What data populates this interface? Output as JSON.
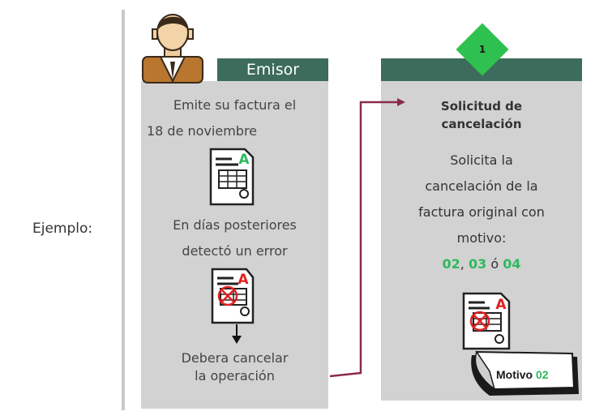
{
  "label": "Ejemplo:",
  "emisor": {
    "header": "Emisor",
    "line1": "Emite su factura el",
    "line2": "18 de noviembre",
    "line3": "En días posteriores",
    "line4": "detectó un error",
    "line5": "Debera cancelar",
    "line6": "la operación"
  },
  "step": {
    "number": "1",
    "title1": "Solicitud de",
    "title2": "cancelación",
    "line1": "Solicita la",
    "line2": "cancelación de la",
    "line3": "factura original con",
    "line4": "motivo:",
    "code1": "02",
    "sep1": ", ",
    "code2": "03",
    "sep2": " ó ",
    "code3": "04",
    "motivo_label": "Motivo",
    "motivo_code": "02"
  },
  "colors": {
    "panel": "#d2d2d2",
    "header": "#3d6b5c",
    "accent_green": "#2fb95e",
    "connector": "#8b2a4a"
  },
  "icons": [
    "person-icon",
    "document-icon",
    "document-error-icon",
    "arrow-down-icon",
    "connector-arrow",
    "step-diamond",
    "motivo-tag"
  ]
}
